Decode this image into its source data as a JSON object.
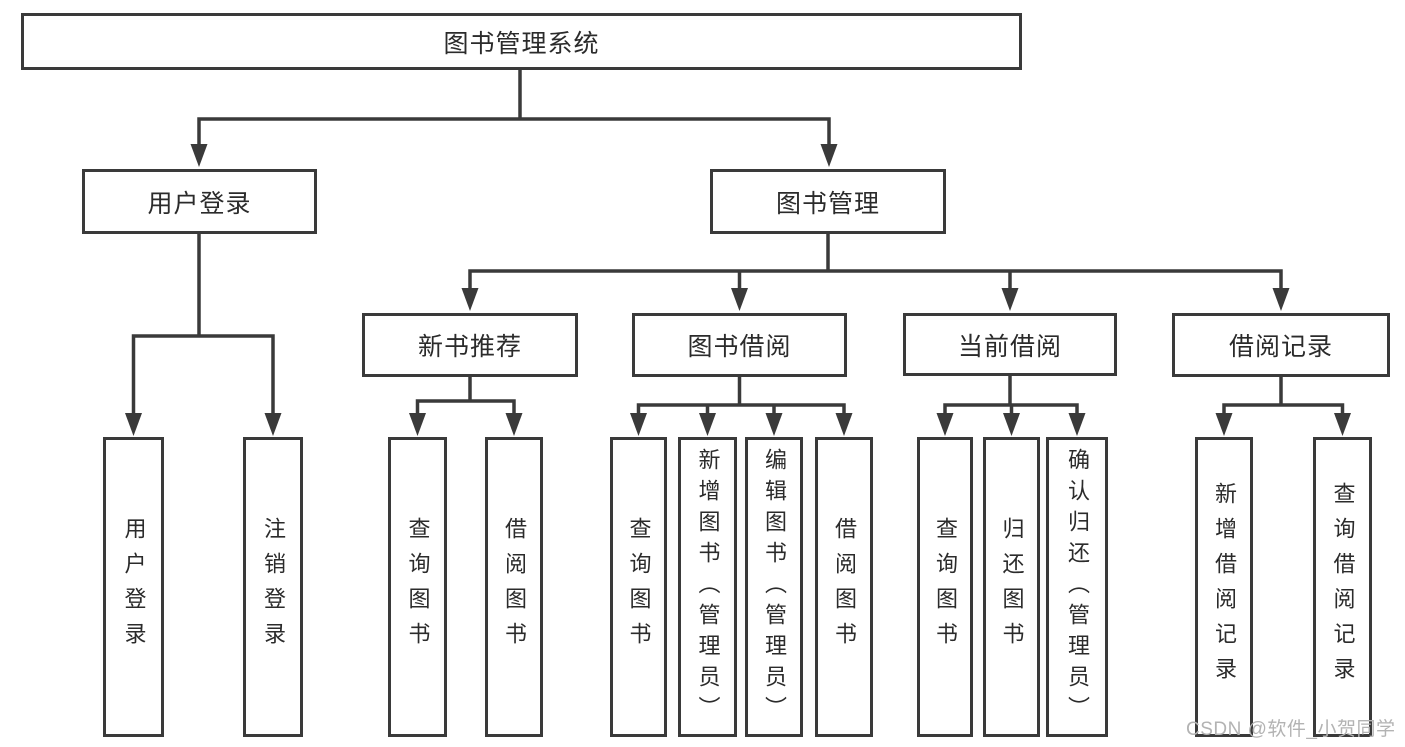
{
  "title": "图书管理系统",
  "tree": {
    "root": {
      "label": "图书管理系统"
    },
    "branches": [
      {
        "label": "用户登录",
        "children": [
          {
            "label": "用户登录"
          },
          {
            "label": "注销登录"
          }
        ]
      },
      {
        "label": "图书管理",
        "children": [
          {
            "label": "新书推荐",
            "children": [
              {
                "label": "查询图书"
              },
              {
                "label": "借阅图书"
              }
            ]
          },
          {
            "label": "图书借阅",
            "children": [
              {
                "label": "查询图书"
              },
              {
                "label": "新增图书（管理员）"
              },
              {
                "label": "编辑图书（管理员）"
              },
              {
                "label": "借阅图书"
              }
            ]
          },
          {
            "label": "当前借阅",
            "children": [
              {
                "label": "查询图书"
              },
              {
                "label": "归还图书"
              },
              {
                "label": "确认归还（管理员）"
              }
            ]
          },
          {
            "label": "借阅记录",
            "children": [
              {
                "label": "新增借阅记录"
              },
              {
                "label": "查询借阅记录"
              }
            ]
          }
        ]
      }
    ]
  },
  "colors": {
    "line": "#3a3a3a",
    "text": "#2b2b2b",
    "background": "#ffffff",
    "watermark": "#b3b3b3"
  },
  "watermark": {
    "text": "CSDN @软件_小贺同学"
  }
}
